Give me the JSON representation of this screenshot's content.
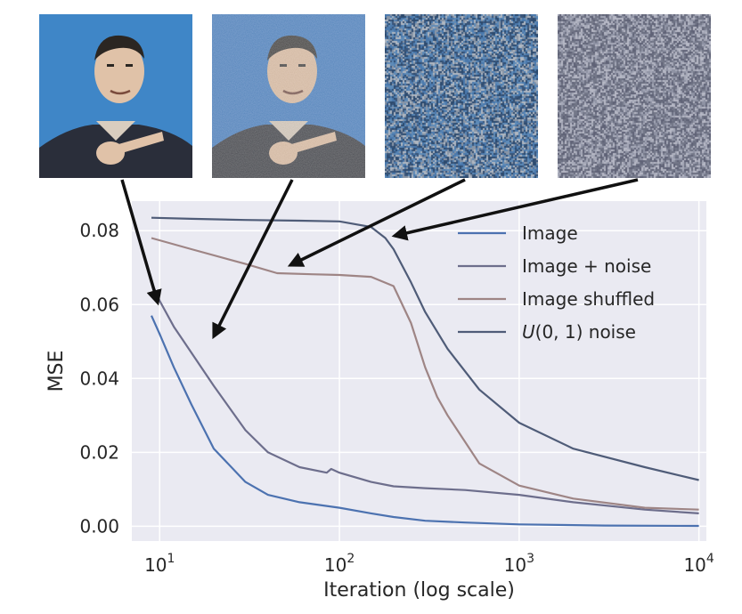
{
  "chart_data": {
    "type": "line",
    "xlabel": "Iteration (log scale)",
    "ylabel": "MSE",
    "xscale": "log",
    "xlim": [
      7,
      11000
    ],
    "ylim": [
      -0.004,
      0.088
    ],
    "xticks": [
      {
        "value": 10,
        "base": "10",
        "exp": "1"
      },
      {
        "value": 100,
        "base": "10",
        "exp": "2"
      },
      {
        "value": 1000,
        "base": "10",
        "exp": "3"
      },
      {
        "value": 10000,
        "base": "10",
        "exp": "4"
      }
    ],
    "yticks": [
      {
        "value": 0.0,
        "label": "0.00"
      },
      {
        "value": 0.02,
        "label": "0.02"
      },
      {
        "value": 0.04,
        "label": "0.04"
      },
      {
        "value": 0.06,
        "label": "0.06"
      },
      {
        "value": 0.08,
        "label": "0.08"
      }
    ],
    "grid": true,
    "legend_position": "top-right",
    "background_color": "#eaeaf2",
    "series": [
      {
        "name": "Image",
        "color": "#4c72b0",
        "x": [
          9,
          10,
          12,
          15,
          20,
          30,
          40,
          60,
          100,
          150,
          200,
          300,
          500,
          1000,
          3000,
          10000
        ],
        "y": [
          0.057,
          0.052,
          0.043,
          0.033,
          0.021,
          0.012,
          0.0085,
          0.0065,
          0.005,
          0.0035,
          0.0025,
          0.0015,
          0.001,
          0.0005,
          0.0002,
          0.0001
        ]
      },
      {
        "name": "Image + noise",
        "color": "#6d6e8c",
        "x": [
          9,
          10,
          12,
          15,
          20,
          30,
          40,
          60,
          85,
          90,
          100,
          150,
          200,
          300,
          500,
          1000,
          2000,
          5000,
          10000
        ],
        "y": [
          0.066,
          0.061,
          0.054,
          0.047,
          0.038,
          0.026,
          0.02,
          0.016,
          0.0145,
          0.0155,
          0.0145,
          0.012,
          0.0108,
          0.0103,
          0.0098,
          0.0085,
          0.0065,
          0.0045,
          0.0035
        ]
      },
      {
        "name": "Image shuffled",
        "color": "#9e8585",
        "x": [
          9,
          15,
          30,
          45,
          70,
          100,
          150,
          200,
          250,
          300,
          350,
          400,
          600,
          1000,
          2000,
          5000,
          10000
        ],
        "y": [
          0.078,
          0.075,
          0.071,
          0.0685,
          0.0682,
          0.068,
          0.0675,
          0.065,
          0.055,
          0.043,
          0.035,
          0.03,
          0.017,
          0.011,
          0.0075,
          0.005,
          0.0045
        ]
      },
      {
        "name": "U(0, 1) noise",
        "color": "#4f5c78",
        "x": [
          9,
          15,
          30,
          60,
          100,
          150,
          180,
          200,
          250,
          300,
          400,
          600,
          1000,
          2000,
          5000,
          10000
        ],
        "y": [
          0.0835,
          0.0832,
          0.0829,
          0.0827,
          0.0825,
          0.081,
          0.078,
          0.075,
          0.066,
          0.058,
          0.048,
          0.037,
          0.028,
          0.021,
          0.016,
          0.0125
        ]
      }
    ],
    "legend": [
      {
        "text": "Image"
      },
      {
        "text": "Image + noise"
      },
      {
        "text": "Image shuffled"
      },
      {
        "math": "U",
        "rest": "(0, 1) noise"
      }
    ]
  },
  "thumbnails": [
    {
      "id": "image",
      "kind": "portrait",
      "background_color": "#3f86c7",
      "noise": 0
    },
    {
      "id": "image-noise",
      "kind": "portrait",
      "background_color": "#3f86c7",
      "noise": 0.25
    },
    {
      "id": "image-shuffled",
      "kind": "noise",
      "palette": [
        "#5e8bb8",
        "#2c4a6e",
        "#8a96a6",
        "#4a79ad",
        "#b0b8c2",
        "#39557a"
      ]
    },
    {
      "id": "uniform-noise",
      "kind": "noise",
      "palette": [
        "#8f93a4",
        "#5f6276",
        "#a6a9b8",
        "#747889",
        "#b7b9c6",
        "#6a6e80"
      ]
    }
  ]
}
